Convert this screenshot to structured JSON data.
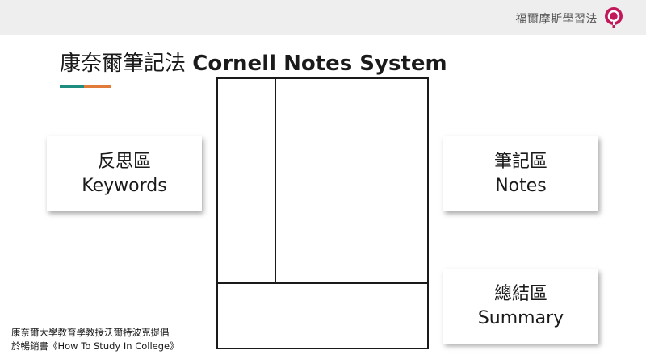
{
  "header": {
    "brand_text": "福爾摩斯學習法",
    "logo_icon": "magnifier-location-icon"
  },
  "title": {
    "chinese": "康奈爾筆記法",
    "english": "Cornell Notes System"
  },
  "accent_colors": [
    "#1e8c7e",
    "#e07b39"
  ],
  "callouts": {
    "keywords": {
      "zh": "反思區",
      "en": "Keywords"
    },
    "notes": {
      "zh": "筆記區",
      "en": "Notes"
    },
    "summary": {
      "zh": "總結區",
      "en": "Summary"
    }
  },
  "credit": {
    "line1": "康奈爾大學教育學教授沃爾特波克提倡",
    "line2": "於暢銷書《How To Study In College》"
  },
  "colors": {
    "topbar": "#eeeeee",
    "logo": "#c2185b",
    "outline": "#1a1a1a"
  }
}
